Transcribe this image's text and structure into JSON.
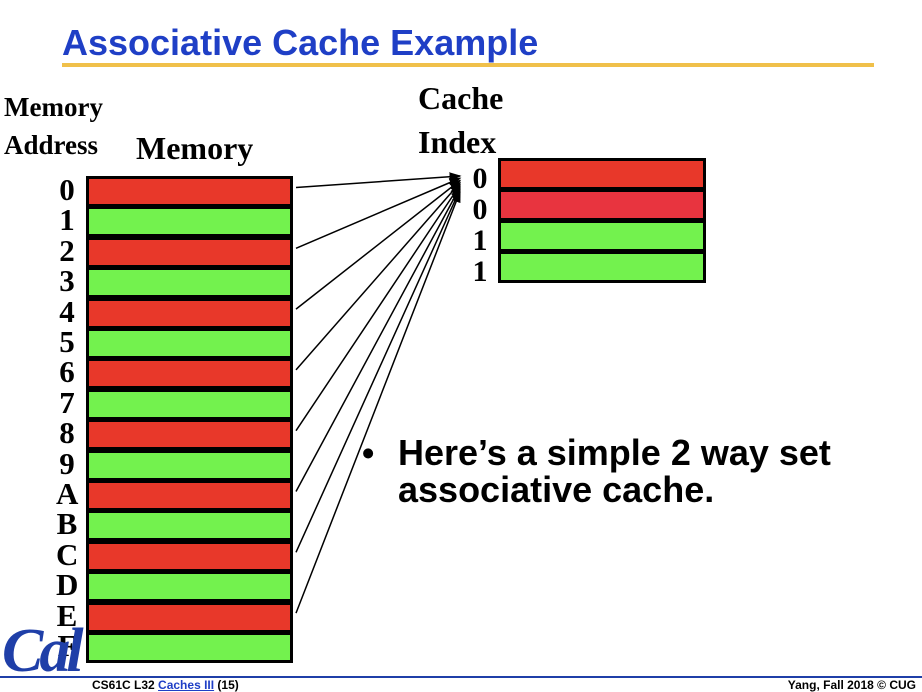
{
  "slide": {
    "title": "Associative Cache Example",
    "memory_address_line1": "Memory",
    "memory_address_line2": "Address",
    "memory_label": "Memory",
    "cache_label_line1": "Cache",
    "cache_label_line2": "Index",
    "bullet_symbol": "•",
    "bullet_text": "Here’s a simple 2 way set associative cache."
  },
  "colors": {
    "red": "#e8382a",
    "red_alt": "#e8343f",
    "green": "#73f24e",
    "title": "#1f3fc6"
  },
  "memory": {
    "addresses": [
      "0",
      "1",
      "2",
      "3",
      "4",
      "5",
      "6",
      "7",
      "8",
      "9",
      "A",
      "B",
      "C",
      "D",
      "E",
      "F"
    ],
    "block_colors": [
      "red",
      "green",
      "red",
      "green",
      "red",
      "green",
      "red",
      "green",
      "red",
      "green",
      "red",
      "green",
      "red",
      "green",
      "red",
      "green"
    ]
  },
  "cache": {
    "indices": [
      "0",
      "0",
      "1",
      "1"
    ],
    "block_colors": [
      "red",
      "red_alt",
      "green",
      "green"
    ]
  },
  "footer": {
    "course": "CS61C L32",
    "link": "Caches III",
    "page": "(15)",
    "right": "Yang, Fall 2018 © CUG",
    "logo": "Cal"
  }
}
